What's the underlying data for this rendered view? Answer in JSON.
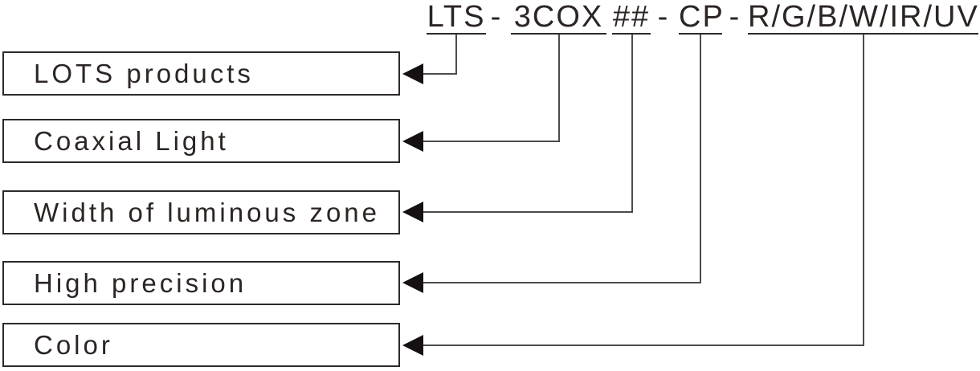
{
  "code": {
    "segments": [
      "LTS",
      "3COX",
      "##",
      "CP",
      "R/G/B/W/IR/UV"
    ],
    "hyphen": "-"
  },
  "labels": [
    "LOTS products",
    "Coaxial Light",
    "Width of luminous zone",
    "High precision",
    "Color"
  ],
  "colors": {
    "ink": "#2b2523",
    "box_border": "#2e2a28",
    "connector_line": "#4c4c4c",
    "arrowhead": "#141110",
    "background": "#ffffff"
  }
}
